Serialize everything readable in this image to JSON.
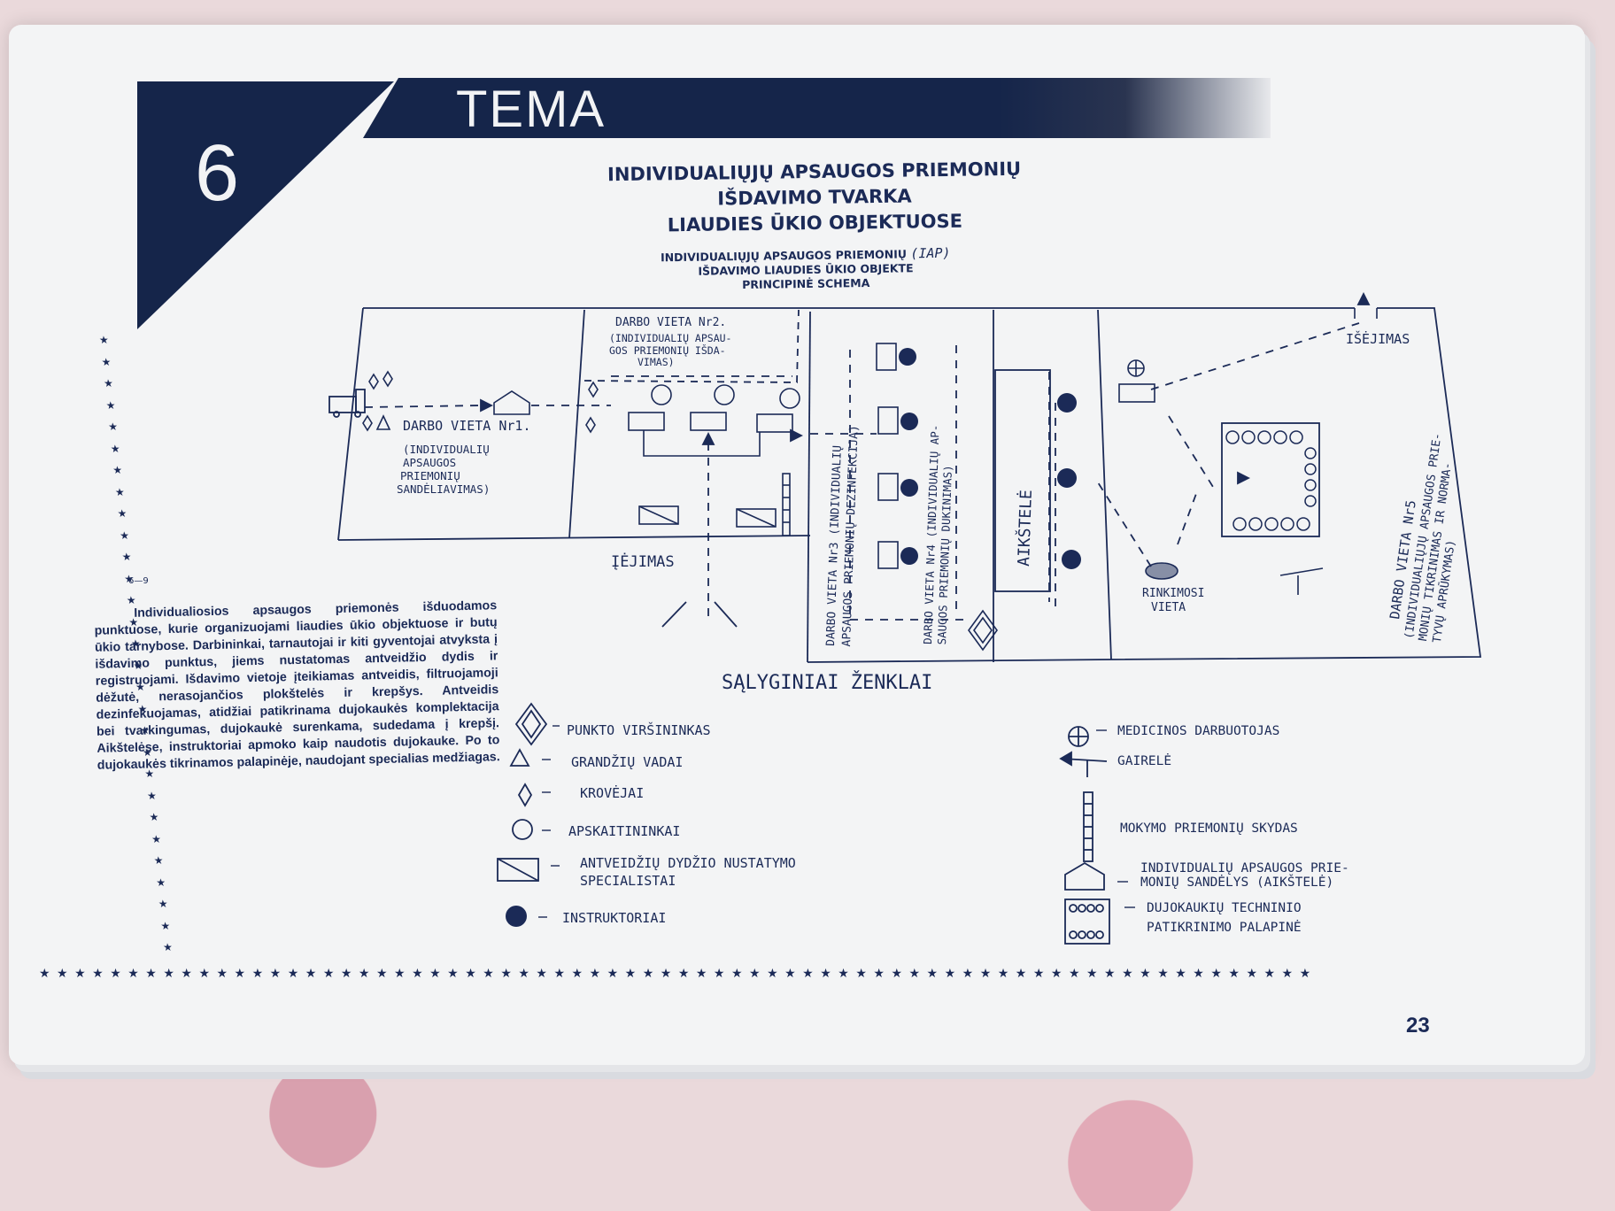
{
  "header": {
    "tema": "TEMA",
    "number": "6"
  },
  "title": {
    "line1": "INDIVIDUALIŲJŲ APSAUGOS PRIEMONIŲ",
    "line2": "IŠDAVIMO TVARKA",
    "line3": "LIAUDIES ŪKIO OBJEKTUOSE"
  },
  "subtitle": {
    "line1": "INDIVIDUALIŲJŲ APSAUGOS PRIEMONIŲ",
    "abbr": "(IAP)",
    "line2": "IŠDAVIMO LIAUDIES ŪKIO OBJEKTE",
    "line3": "PRINCIPINĖ SCHEMA"
  },
  "diagram": {
    "exit": "IŠĖJIMAS",
    "entrance": "ĮĖJIMAS",
    "wp1_title": "DARBO VIETA Nr1.",
    "wp1_desc1": "(INDIVIDUALIŲ",
    "wp1_desc2": "APSAUGOS",
    "wp1_desc3": "PRIEMONIŲ",
    "wp1_desc4": "SANDĖLIAVIMAS)",
    "wp2_title": "DARBO VIETA Nr2.",
    "wp2_desc1": "(INDIVIDUALIŲ APSAU-",
    "wp2_desc2": "GOS PRIEMONIŲ IŠDA-",
    "wp2_desc3": "VIMAS)",
    "wp3_text1": "DARBO VIETA Nr3 (INDIVIDUALIŲ",
    "wp3_text2": "APSAUGOS PRIEMONIŲ DEZINFEKCIJA)",
    "wp4_text1": "DARBO VIETA Nr4 (INDIVIDUALIŲ AP-",
    "wp4_text2": "SAUGOS PRIEMONIŲ DUKINIMAS)",
    "aiksteles": "AIKŠTELĖ",
    "gathering1": "RINKIMOSI",
    "gathering2": "VIETA",
    "wp5_text1": "DARBO VIETA Nr5",
    "wp5_text2": "(INDIVIDUALIŲJŲ APSAUGOS PRIE-",
    "wp5_text3": "MONIŲ TIKRINIMAS IR NORMA-",
    "wp5_text4": "TYVŲ APRŪKYMAS)"
  },
  "legend": {
    "title": "SĄLYGINIAI    ŽENKLAI",
    "items_left": [
      {
        "icon": "diamond-large-icon",
        "label": "PUNKTO VIRŠININKAS"
      },
      {
        "icon": "triangle-icon",
        "label": "GRANDŽIŲ VADAI"
      },
      {
        "icon": "diamond-small-icon",
        "label": "KROVĖJAI"
      },
      {
        "icon": "circle-icon",
        "label": "APSKAITININKAI"
      },
      {
        "icon": "crossed-rectangle-icon",
        "label": "ANTVEIDŽIŲ DYDŽIO NUSTATYMO",
        "label2": "SPECIALISTAI"
      },
      {
        "icon": "filled-circle-icon",
        "label": "INSTRUKTORIAI"
      }
    ],
    "items_right": [
      {
        "icon": "medical-cross-icon",
        "label": "MEDICINOS DARBUOTOJAS"
      },
      {
        "icon": "flag-icon",
        "label": "GAIRELĖ"
      },
      {
        "icon": "ladder-icon",
        "label": "MOKYMO PRIEMONIŲ SKYDAS"
      },
      {
        "icon": "warehouse-icon",
        "label": "INDIVIDUALIŲ APSAUGOS PRIE-",
        "label2": "MONIŲ SANDĖLYS (AIKŠTELĖ)"
      },
      {
        "icon": "tent-icon",
        "label": "DUJOKAUKIŲ TECHNINIO",
        "label2": "PATIKRINIMO PALAPINĖ"
      }
    ]
  },
  "figure_code": "6—9",
  "body_text": "Individualiosios apsaugos priemonės išduodamos punktuose, kurie organizuojami liaudies ūkio objektuose ir butų ūkio tarnybose. Darbininkai, tarnautojai ir kiti gyventojai atvyksta į išdavimo punktus, jiems nustatomas antveidžio dydis ir registruojami. Išdavimo vietoje įteikiamas antveidis, filtruojamoji dėžutė, nerasojančios plokštelės ir krepšys. Antveidis dezinfekuojamas, atidžiai patikrinama dujokaukės komplektacija bei tvarkingumas, dujokaukė surenkama, sudedama į krepšį. Aikštelėse, instruktoriai apmoko kaip naudotis dujokauke. Po to dujokaukės tikrinamos palapinėje, naudojant specialias medžiagas.",
  "page_number": "23",
  "colors": {
    "ink": "#1b2a57",
    "paper": "#f3f4f5",
    "band": "#15254a"
  }
}
